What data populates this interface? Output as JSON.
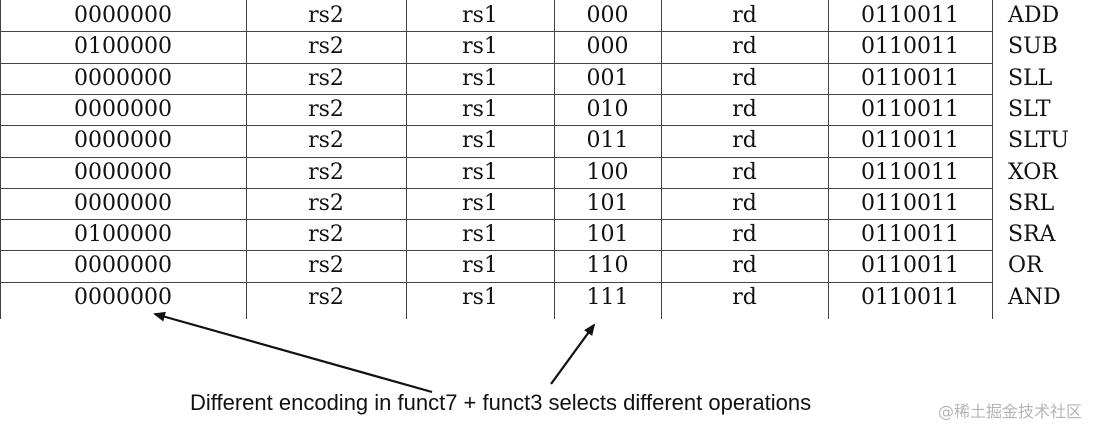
{
  "table": {
    "rows": [
      {
        "funct7": "0000000",
        "rs2": "rs2",
        "rs1": "rs1",
        "funct3": "000",
        "rd": "rd",
        "opcode": "0110011",
        "mnemonic": "ADD"
      },
      {
        "funct7": "0100000",
        "rs2": "rs2",
        "rs1": "rs1",
        "funct3": "000",
        "rd": "rd",
        "opcode": "0110011",
        "mnemonic": "SUB"
      },
      {
        "funct7": "0000000",
        "rs2": "rs2",
        "rs1": "rs1",
        "funct3": "001",
        "rd": "rd",
        "opcode": "0110011",
        "mnemonic": "SLL"
      },
      {
        "funct7": "0000000",
        "rs2": "rs2",
        "rs1": "rs1",
        "funct3": "010",
        "rd": "rd",
        "opcode": "0110011",
        "mnemonic": "SLT"
      },
      {
        "funct7": "0000000",
        "rs2": "rs2",
        "rs1": "rs1",
        "funct3": "011",
        "rd": "rd",
        "opcode": "0110011",
        "mnemonic": "SLTU"
      },
      {
        "funct7": "0000000",
        "rs2": "rs2",
        "rs1": "rs1",
        "funct3": "100",
        "rd": "rd",
        "opcode": "0110011",
        "mnemonic": "XOR"
      },
      {
        "funct7": "0000000",
        "rs2": "rs2",
        "rs1": "rs1",
        "funct3": "101",
        "rd": "rd",
        "opcode": "0110011",
        "mnemonic": "SRL"
      },
      {
        "funct7": "0100000",
        "rs2": "rs2",
        "rs1": "rs1",
        "funct3": "101",
        "rd": "rd",
        "opcode": "0110011",
        "mnemonic": "SRA"
      },
      {
        "funct7": "0000000",
        "rs2": "rs2",
        "rs1": "rs1",
        "funct3": "110",
        "rd": "rd",
        "opcode": "0110011",
        "mnemonic": "OR"
      },
      {
        "funct7": "0000000",
        "rs2": "rs2",
        "rs1": "rs1",
        "funct3": "111",
        "rd": "rd",
        "opcode": "0110011",
        "mnemonic": "AND"
      }
    ]
  },
  "annotation": {
    "caption": "Different encoding in funct7 + funct3 selects different operations"
  },
  "watermark": "@稀土掘金技术社区"
}
